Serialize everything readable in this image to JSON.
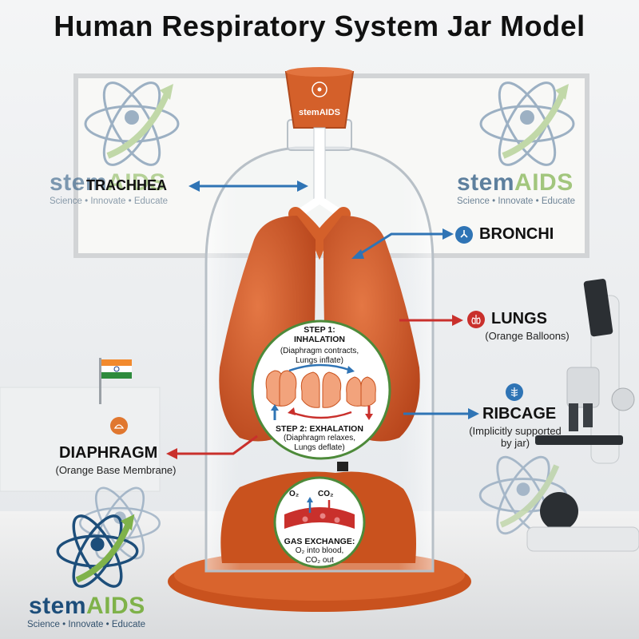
{
  "title": "Human Respiratory System Jar Model",
  "stopper_brand": "stemAIDS",
  "labels": {
    "trachea": "TRACHHEA",
    "bronchi": "BRONCHI",
    "lungs": "LUNGS",
    "lungs_sub": "(Orange Balloons)",
    "ribcage": "RIBCAGE",
    "ribcage_sub_1": "(Implicitly supported",
    "ribcage_sub_2": "by jar)",
    "diaphragm": "DIAPHRAGM",
    "diaphragm_sub": "(Orange Base Membrane)"
  },
  "steps": {
    "step1_title_1": "STEP 1:",
    "step1_title_2": "INHALATION",
    "step1_desc_1": "(Diaphragm contracts,",
    "step1_desc_2": "Lungs inflate)",
    "step2_title": "STEP 2: EXHALATION",
    "step2_desc_1": "(Diaphragm relaxes,",
    "step2_desc_2": "Lungs deflate)"
  },
  "gas_exchange": {
    "o2": "O₂",
    "co2": "CO₂",
    "title": "GAS EXCHANGE:",
    "desc_1": "O₂ into blood,",
    "desc_2": "CO₂ out"
  },
  "brand": {
    "stem": "stem",
    "aids": "AIDS",
    "tagline": "Science • Innovate • Educate"
  },
  "colors": {
    "orange": "#d4602a",
    "arrow_blue": "#2f74b5",
    "arrow_red": "#c9302c",
    "brand_navy": "#1d4e7a",
    "brand_green": "#7fb24a"
  },
  "icons": [
    "bronchi-icon",
    "lungs-icon",
    "ribcage-icon",
    "diaphragm-icon",
    "india-flag-icon",
    "microscope-icon",
    "atom-logo-icon"
  ]
}
